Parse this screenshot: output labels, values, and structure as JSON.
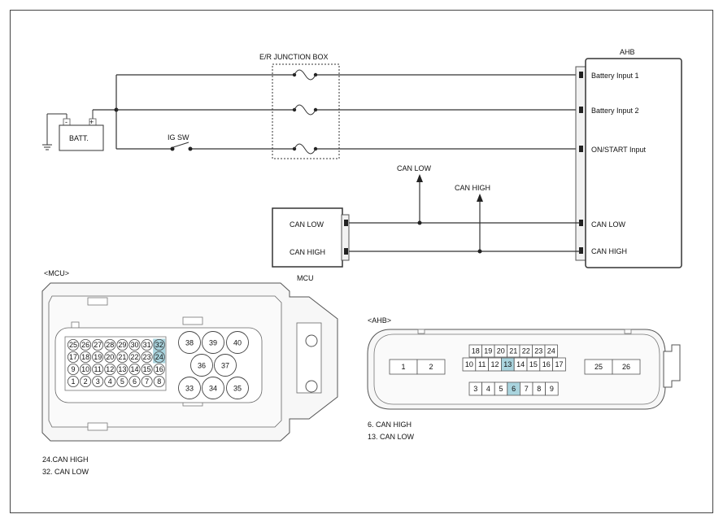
{
  "diagram": {
    "junction_box_label": "E/R JUNCTION BOX",
    "battery_label": "BATT.",
    "battery_minus": "-",
    "battery_plus": "+",
    "ig_switch_label": "IG SW",
    "ahb_label": "AHB",
    "ahb_pins": {
      "battery_input_1": "Battery Input 1",
      "battery_input_2": "Battery Input 2",
      "on_start_input": "ON/START Input",
      "can_low": "CAN LOW",
      "can_high": "CAN HIGH"
    },
    "mcu_label": "MCU",
    "mcu_pins": {
      "can_low": "CAN LOW",
      "can_high": "CAN HIGH"
    },
    "can_low_branch_label": "CAN LOW",
    "can_high_branch_label": "CAN HIGH"
  },
  "mcu_connector": {
    "title": "<MCU>",
    "rows": [
      [
        "25",
        "26",
        "27",
        "28",
        "29",
        "30",
        "31",
        "32"
      ],
      [
        "17",
        "18",
        "19",
        "20",
        "21",
        "22",
        "23",
        "24"
      ],
      [
        "9",
        "10",
        "11",
        "12",
        "13",
        "14",
        "15",
        "16"
      ],
      [
        "1",
        "2",
        "3",
        "4",
        "5",
        "6",
        "7",
        "8"
      ]
    ],
    "large_pins_top": [
      "38",
      "39",
      "40"
    ],
    "large_pins_mid": [
      "36",
      "37"
    ],
    "large_pins_bot": [
      "33",
      "34",
      "35"
    ],
    "highlighted": [
      "24",
      "32"
    ],
    "notes": [
      "24.CAN HIGH",
      "32. CAN LOW"
    ]
  },
  "ahb_connector": {
    "title": "<AHB>",
    "row_top": [
      "18",
      "19",
      "20",
      "21",
      "22",
      "23",
      "24"
    ],
    "row_mid": [
      "10",
      "11",
      "12",
      "13",
      "14",
      "15",
      "16",
      "17"
    ],
    "row_bot": [
      "3",
      "4",
      "5",
      "6",
      "7",
      "8",
      "9"
    ],
    "left_pins": [
      "1",
      "2"
    ],
    "right_pins": [
      "25",
      "26"
    ],
    "highlighted": [
      "6",
      "13"
    ],
    "notes": [
      "6. CAN HIGH",
      "13. CAN LOW"
    ]
  },
  "colors": {
    "highlight": "#a9d4de",
    "line": "#333333"
  }
}
